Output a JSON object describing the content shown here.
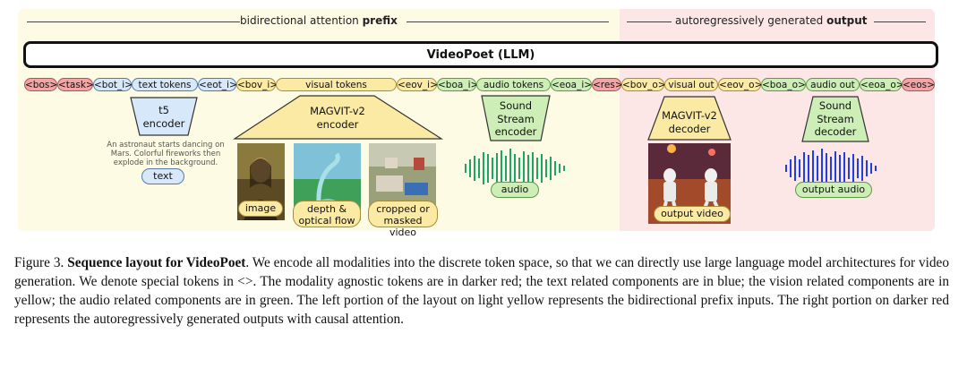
{
  "figure": {
    "prefix_label_normal": "bidirectional attention ",
    "prefix_label_bold": "prefix",
    "output_label_normal": "autoregressively generated ",
    "output_label_bold": "output",
    "llm_label": "VideoPoet  (LLM)",
    "tokens": [
      {
        "label": "<bos>",
        "group": "red"
      },
      {
        "label": "<task>",
        "group": "red"
      },
      {
        "label": "<bot_i>",
        "group": "blue"
      },
      {
        "label": "text tokens",
        "group": "blue"
      },
      {
        "label": "<eot_i>",
        "group": "blue"
      },
      {
        "label": "<bov_i>",
        "group": "yellow"
      },
      {
        "label": "visual tokens",
        "group": "yellow"
      },
      {
        "label": "<eov_i>",
        "group": "yellow"
      },
      {
        "label": "<boa_i>",
        "group": "green"
      },
      {
        "label": "audio tokens",
        "group": "green"
      },
      {
        "label": "<eoa_i>",
        "group": "green"
      },
      {
        "label": "<res>",
        "group": "red"
      },
      {
        "label": "<bov_o>",
        "group": "yellow"
      },
      {
        "label": "visual out",
        "group": "yellow"
      },
      {
        "label": "<eov_o>",
        "group": "yellow"
      },
      {
        "label": "<boa_o>",
        "group": "green"
      },
      {
        "label": "audio out",
        "group": "green"
      },
      {
        "label": "<eoa_o>",
        "group": "green"
      },
      {
        "label": "<eos>",
        "group": "red"
      }
    ],
    "t5_encoder": "t5\nencoder",
    "prompt_text": "An astronaut starts dancing on Mars. Colorful fireworks then explode in the background.",
    "text_pill": "text",
    "magvit_encoder": "MAGVIT-v2\nencoder",
    "image_pill": "image",
    "depth_pill": "depth &\noptical flow",
    "cropped_pill": "cropped or\nmasked video",
    "soundstream_encoder": "Sound\nStream\nencoder",
    "audio_pill": "audio",
    "magvit_decoder": "MAGVIT-v2\ndecoder",
    "output_video_pill": "output video",
    "soundstream_decoder": "Sound\nStream\ndecoder",
    "output_audio_pill": "output audio"
  },
  "caption": {
    "prefix": "Figure 3. ",
    "bold": "Sequence layout for VideoPoet",
    "body": ". We encode all modalities into the discrete token space, so that we can directly use large language model architectures for video generation. We denote special tokens in <>. The modality agnostic tokens are in darker red; the text related components are in blue; the vision related components are in yellow; the audio related components are in green. The left portion of the layout on light yellow represents the bidirectional prefix inputs. The right portion on darker red represents the autoregressively generated outputs with causal attention."
  },
  "colors": {
    "red": "#f4a4a4",
    "blue": "#d8e8fb",
    "yellow": "#fbeaa3",
    "green": "#cdeeb7",
    "prefix_bg": "#fdfbe3",
    "output_bg": "#fce6e6"
  }
}
